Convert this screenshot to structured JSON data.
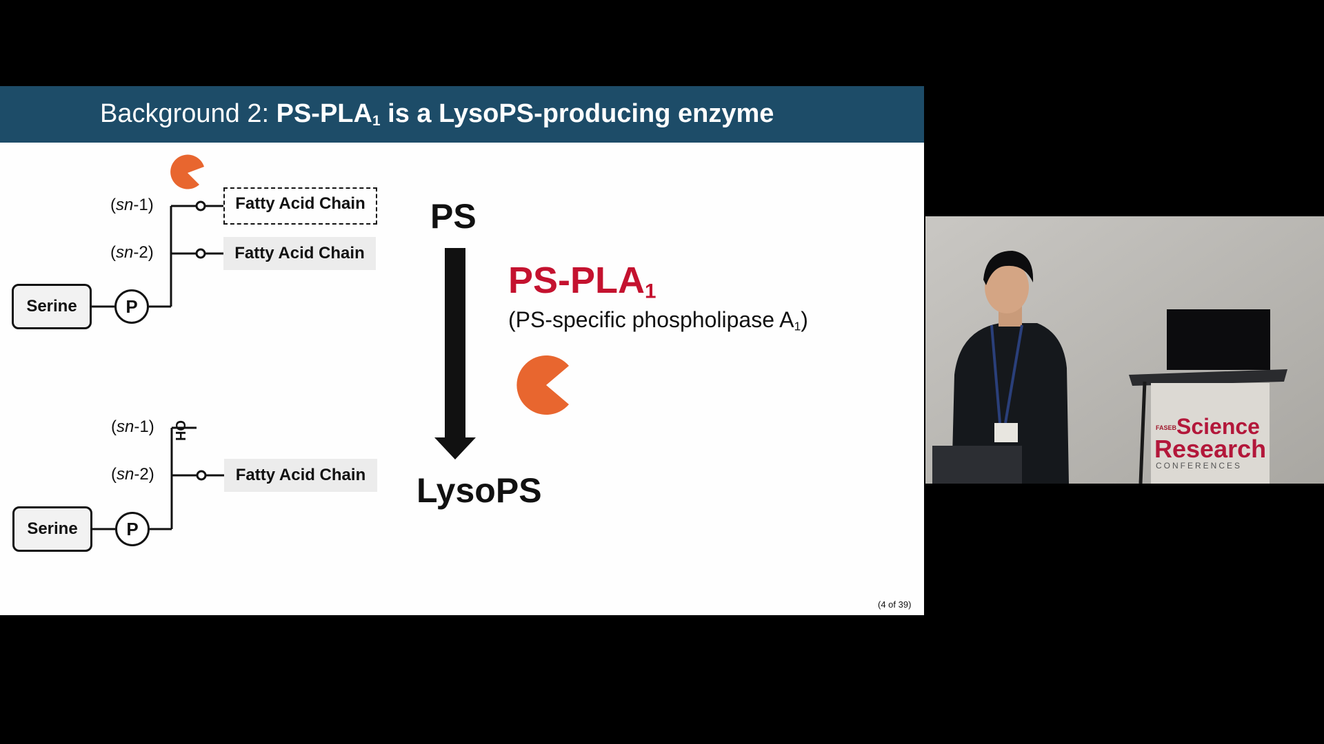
{
  "slide": {
    "title_prefix": "Background 2: ",
    "title_bold_1": "PS-PLA",
    "title_sub": "1",
    "title_bold_2": " is a LysoPS-producing enzyme",
    "page_counter": "(4 of 39)",
    "top_molecule": {
      "sn1_open": "(",
      "sn1_italic": "sn",
      "sn1_close": "-1)",
      "sn2_open": "(",
      "sn2_italic": "sn",
      "sn2_close": "-2)",
      "chain_sn1": "Fatty Acid Chain",
      "chain_sn2": "Fatty Acid Chain",
      "serine": "Serine",
      "phosphate": "P"
    },
    "bottom_molecule": {
      "sn1_open": "(",
      "sn1_italic": "sn",
      "sn1_close": "-1)",
      "sn2_open": "(",
      "sn2_italic": "sn",
      "sn2_close": "-2)",
      "hydroxyl": "OH",
      "chain_sn2": "Fatty Acid Chain",
      "serine": "Serine",
      "phosphate": "P"
    },
    "reactant": "PS",
    "product": "LysoPS",
    "enzyme_name": "PS-PLA",
    "enzyme_sub": "1",
    "enzyme_desc_main": "(PS-specific phospholipase A",
    "enzyme_desc_sub": "1",
    "enzyme_desc_close": ")",
    "colors": {
      "header": "#1d4c68",
      "enzyme_red": "#c4122f",
      "pacman_orange": "#e8662f"
    }
  },
  "camera": {
    "banner_small": "FASEB",
    "banner_line1": "Science",
    "banner_line2": "Research",
    "banner_line3": "CONFERENCES"
  }
}
